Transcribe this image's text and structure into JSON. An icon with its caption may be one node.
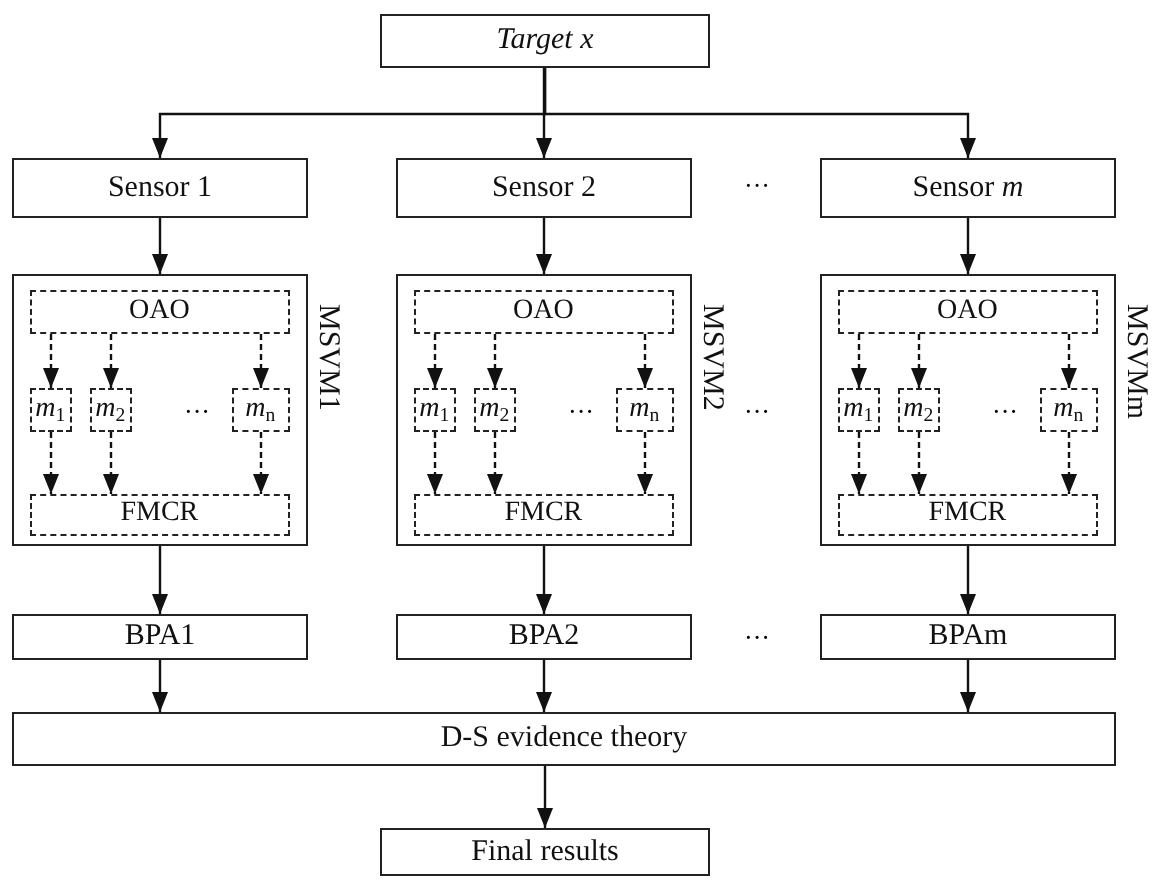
{
  "diagram": {
    "nodes": [
      {
        "text": [
          "Target x"
        ]
      },
      {
        "text": [
          "Sensor 1"
        ]
      },
      {
        "text": [
          "Sensor 2"
        ]
      },
      {
        "text": [
          "Sensor *m*"
        ]
      },
      {
        "text": [
          "MSVM1"
        ]
      },
      {
        "text": [
          "OAO"
        ],
        "in": 4
      },
      {
        "text": [
          "*m*$_{1}$"
        ],
        "in": 4
      },
      {
        "text": [
          "*m*$_{2}$"
        ],
        "in": 4
      },
      {
        "text": [
          "*m*$_{n}$"
        ],
        "in": 4
      },
      {
        "text": [
          "FMCR"
        ],
        "in": 4
      },
      {
        "text": [
          "MSVM2"
        ]
      },
      {
        "text": [
          "OAO"
        ],
        "in": 10
      },
      {
        "text": [
          "*m*$_{1}$"
        ],
        "in": 10
      },
      {
        "text": [
          "*m*$_{2}$"
        ],
        "in": 10
      },
      {
        "text": [
          "*m*$_{n}$"
        ],
        "in": 10
      },
      {
        "text": [
          "FMCR"
        ],
        "in": 10
      },
      {
        "text": [
          "MSVMm"
        ]
      },
      {
        "text": [
          "OAO"
        ],
        "in": 16
      },
      {
        "text": [
          "*m*$_{1}$"
        ],
        "in": 16
      },
      {
        "text": [
          "*m*$_{2}$"
        ],
        "in": 16
      },
      {
        "text": [
          "*m*$_{n}$"
        ],
        "in": 16
      },
      {
        "text": [
          "FMCR"
        ],
        "in": 16
      },
      {
        "text": [
          "BPA1"
        ]
      },
      {
        "text": [
          "BPA2"
        ]
      },
      {
        "text": [
          "BPAm"
        ]
      },
      {
        "text": [
          "D-S evidence theory"
        ]
      },
      {
        "text": [
          "Final results"
        ]
      }
    ],
    "edges": [
      {
        "from": 0,
        "to": 1,
        "arrow": "to"
      },
      {
        "from": 0,
        "to": 2,
        "arrow": "to"
      },
      {
        "from": 0,
        "to": 3,
        "arrow": "to"
      },
      {
        "from": 1,
        "to": 4,
        "arrow": "to"
      },
      {
        "from": 2,
        "to": 10,
        "arrow": "to"
      },
      {
        "from": 3,
        "to": 16,
        "arrow": "to"
      },
      {
        "from": 5,
        "to": 6,
        "arrow": "to",
        "style": "dashed"
      },
      {
        "from": 5,
        "to": 7,
        "arrow": "to",
        "style": "dashed"
      },
      {
        "from": 5,
        "to": 8,
        "arrow": "to",
        "style": "dashed"
      },
      {
        "from": 6,
        "to": 9,
        "arrow": "to",
        "style": "dashed"
      },
      {
        "from": 7,
        "to": 9,
        "arrow": "to",
        "style": "dashed"
      },
      {
        "from": 8,
        "to": 9,
        "arrow": "to",
        "style": "dashed"
      },
      {
        "from": 11,
        "to": 12,
        "arrow": "to",
        "style": "dashed"
      },
      {
        "from": 11,
        "to": 13,
        "arrow": "to",
        "style": "dashed"
      },
      {
        "from": 11,
        "to": 14,
        "arrow": "to",
        "style": "dashed"
      },
      {
        "from": 12,
        "to": 15,
        "arrow": "to",
        "style": "dashed"
      },
      {
        "from": 13,
        "to": 15,
        "arrow": "to",
        "style": "dashed"
      },
      {
        "from": 14,
        "to": 15,
        "arrow": "to",
        "style": "dashed"
      },
      {
        "from": 17,
        "to": 18,
        "arrow": "to",
        "style": "dashed"
      },
      {
        "from": 17,
        "to": 19,
        "arrow": "to",
        "style": "dashed"
      },
      {
        "from": 17,
        "to": 20,
        "arrow": "to",
        "style": "dashed"
      },
      {
        "from": 18,
        "to": 21,
        "arrow": "to",
        "style": "dashed"
      },
      {
        "from": 19,
        "to": 21,
        "arrow": "to",
        "style": "dashed"
      },
      {
        "from": 20,
        "to": 21,
        "arrow": "to",
        "style": "dashed"
      },
      {
        "from": 4,
        "to": 22,
        "arrow": "to"
      },
      {
        "from": 10,
        "to": 23,
        "arrow": "to"
      },
      {
        "from": 16,
        "to": 24,
        "arrow": "to"
      },
      {
        "from": 22,
        "to": 25,
        "arrow": "to"
      },
      {
        "from": 23,
        "to": 25,
        "arrow": "to"
      },
      {
        "from": 24,
        "to": 25,
        "arrow": "to"
      },
      {
        "from": 25,
        "to": 26,
        "arrow": "to"
      }
    ],
    "labels": [
      "···",
      "···",
      "···",
      "···",
      "···",
      "···"
    ]
  }
}
